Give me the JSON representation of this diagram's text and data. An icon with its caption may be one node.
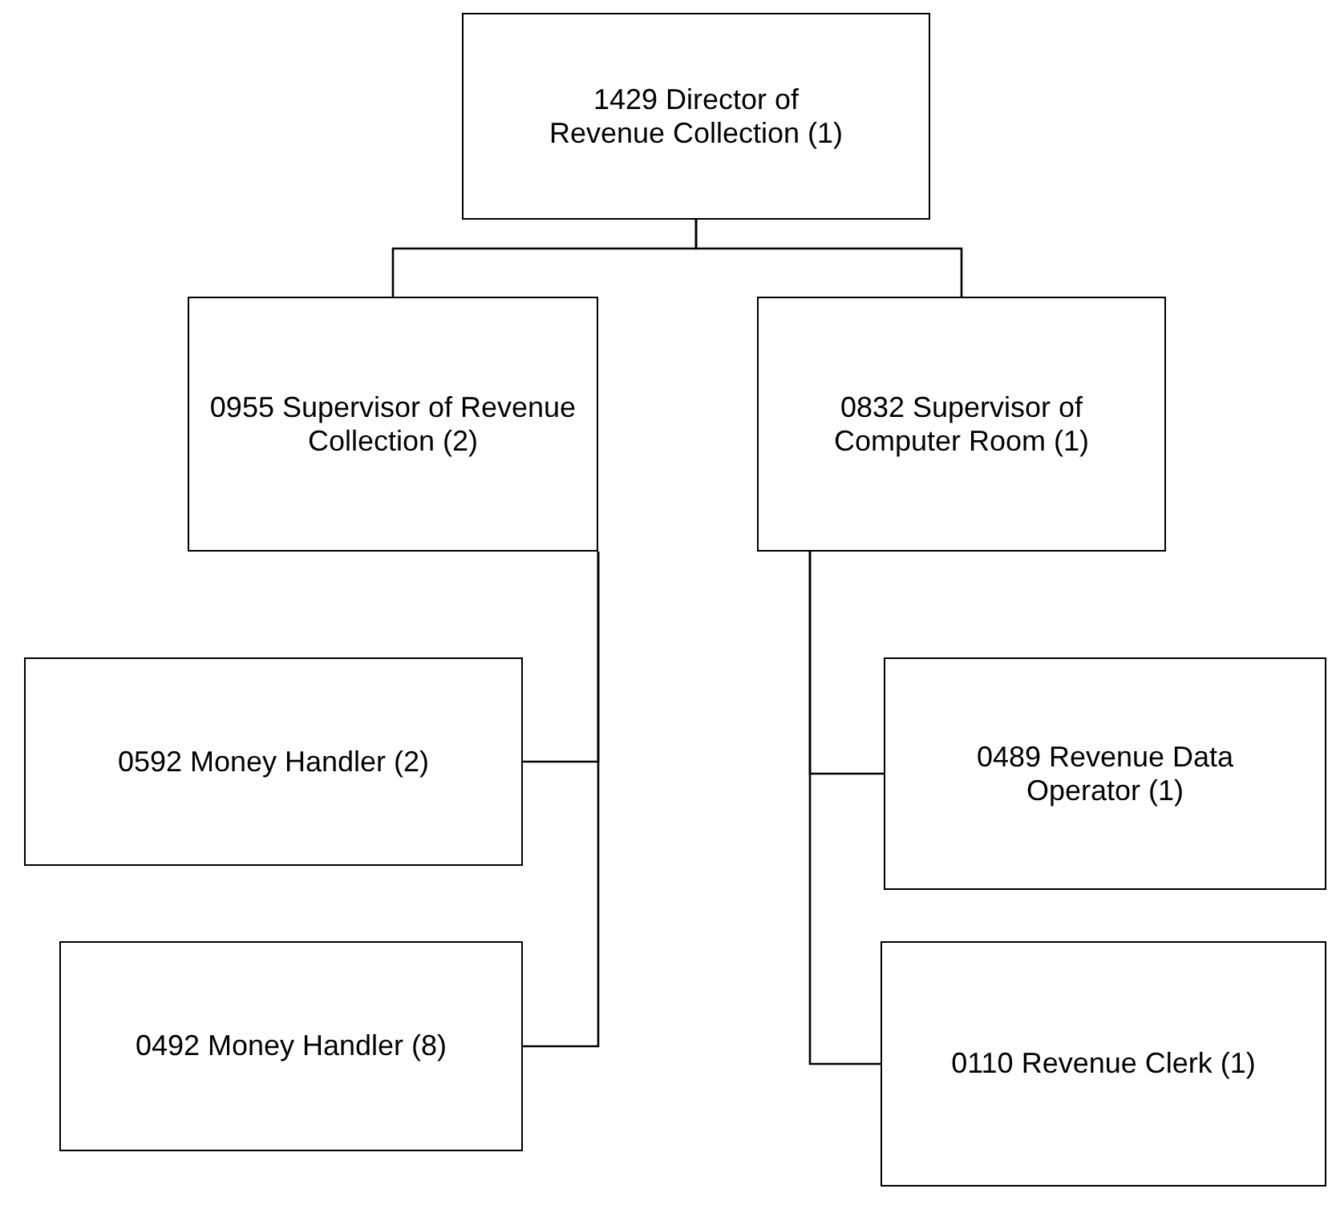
{
  "diagram": {
    "nodes": [
      {
        "text": [
          "1429 Director of Revenue Collection (1)"
        ]
      },
      {
        "text": [
          "0955 Supervisor of Revenue Collection (2)"
        ]
      },
      {
        "text": [
          "0832 Supervisor of Computer Room (1)"
        ]
      },
      {
        "text": [
          "0592 Money Handler (2)"
        ]
      },
      {
        "text": [
          "0492 Money Handler (8)"
        ]
      },
      {
        "text": [
          "0489 Revenue Data Operator (1)"
        ]
      },
      {
        "text": [
          "0110 Revenue Clerk (1)"
        ]
      }
    ],
    "edges": [
      {
        "from": 0,
        "to": 1,
        "arrow": "none"
      },
      {
        "from": 0,
        "to": 2,
        "arrow": "none"
      },
      {
        "from": 1,
        "to": 3,
        "arrow": "none"
      },
      {
        "from": 1,
        "to": 4,
        "arrow": "none"
      },
      {
        "from": 2,
        "to": 5,
        "arrow": "none"
      },
      {
        "from": 2,
        "to": 6,
        "arrow": "none"
      }
    ]
  }
}
